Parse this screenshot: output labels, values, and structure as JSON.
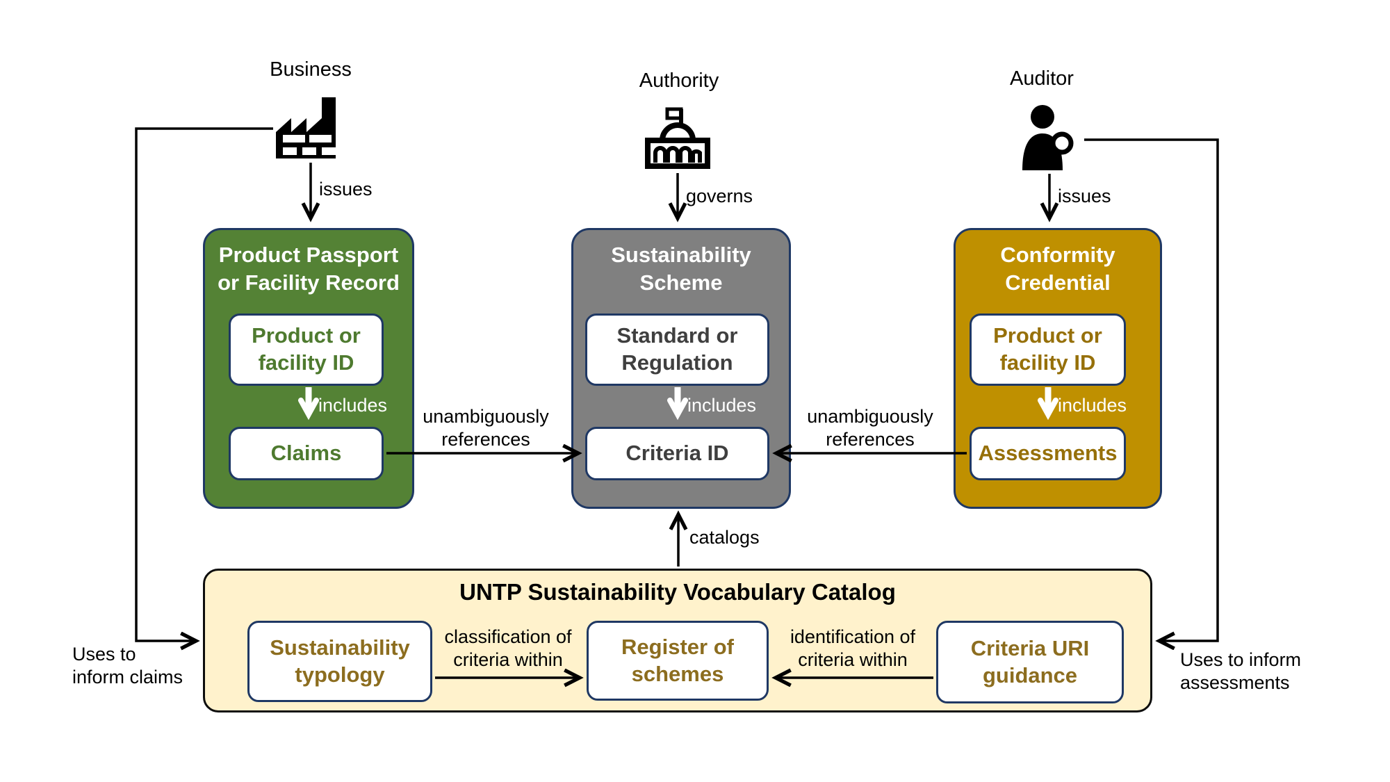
{
  "actors": {
    "business": {
      "label": "Business",
      "icon": "factory-icon",
      "edge_label": "issues"
    },
    "authority": {
      "label": "Authority",
      "icon": "government-icon",
      "edge_label": "governs"
    },
    "auditor": {
      "label": "Auditor",
      "icon": "auditor-magnifier-icon",
      "edge_label": "issues"
    }
  },
  "credential_boxes": {
    "product_passport": {
      "title": "Product Passport or Facility Record",
      "top_item": "Product or facility ID",
      "includes": "includes",
      "bottom_item": "Claims",
      "fill": "#548235",
      "text_color": "#4E7A2F"
    },
    "sustainability_scheme": {
      "title": "Sustainability Scheme",
      "top_item": "Standard or Regulation",
      "includes": "includes",
      "bottom_item": "Criteria ID",
      "fill": "#808080",
      "text_color": "#3F3F3F"
    },
    "conformity_credential": {
      "title": "Conformity Credential",
      "top_item": "Product or facility ID",
      "includes": "includes",
      "bottom_item": "Assessments",
      "fill": "#BF9000",
      "text_color": "#96700A"
    }
  },
  "catalog": {
    "title": "UNTP Sustainability Vocabulary Catalog",
    "fill": "#FFF2CC",
    "item_text_color": "#8C6D1F",
    "border_color": "#1F3864",
    "items": [
      {
        "label": "Sustainability typology"
      },
      {
        "label": "Register of schemes"
      },
      {
        "label": "Criteria URI guidance"
      }
    ],
    "edges": {
      "classification": "classification of criteria within",
      "identification": "identification of criteria within",
      "catalogs": "catalogs"
    }
  },
  "edges": {
    "claims_to_criteria": "unambiguously references",
    "assessments_to_criteria": "unambiguously references",
    "business_uses": "Uses to inform claims",
    "auditor_uses": "Uses to inform assessments"
  }
}
